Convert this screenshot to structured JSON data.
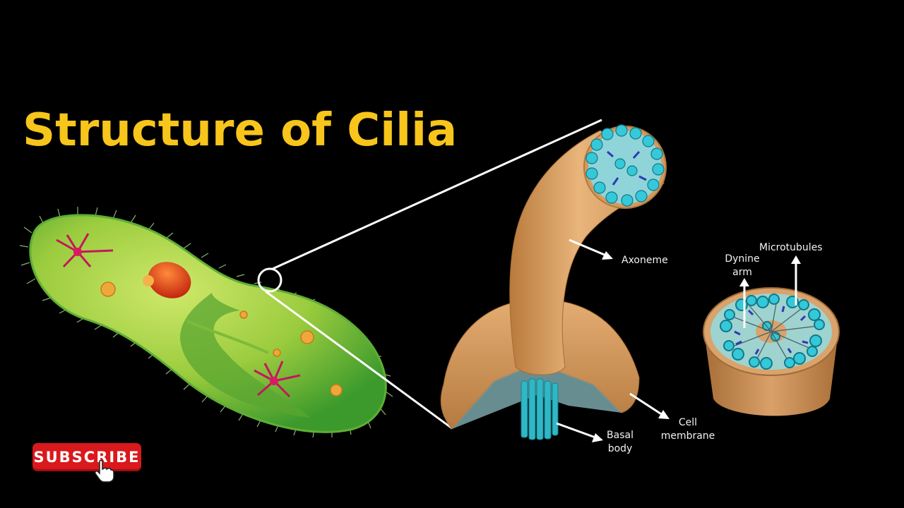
{
  "title": "Structure of Cilia",
  "labels": {
    "axoneme": "Axoneme",
    "basal_body_line1": "Basal",
    "basal_body_line2": "body",
    "cell_membrane_line1": "Cell",
    "cell_membrane_line2": "membrane",
    "dynine_arm_line1": "Dynine",
    "dynine_arm_line2": "arm",
    "microtubules": "Microtubules"
  },
  "subscribe_button": {
    "label": "SUBSCRIBE"
  },
  "colors": {
    "title": "#f7c51b",
    "background": "#000000",
    "paramecium_body": "#8cc63f",
    "cilium_sheath": "#e0a870",
    "microtubule": "#35c8d8",
    "subscribe_red": "#d9191c"
  }
}
